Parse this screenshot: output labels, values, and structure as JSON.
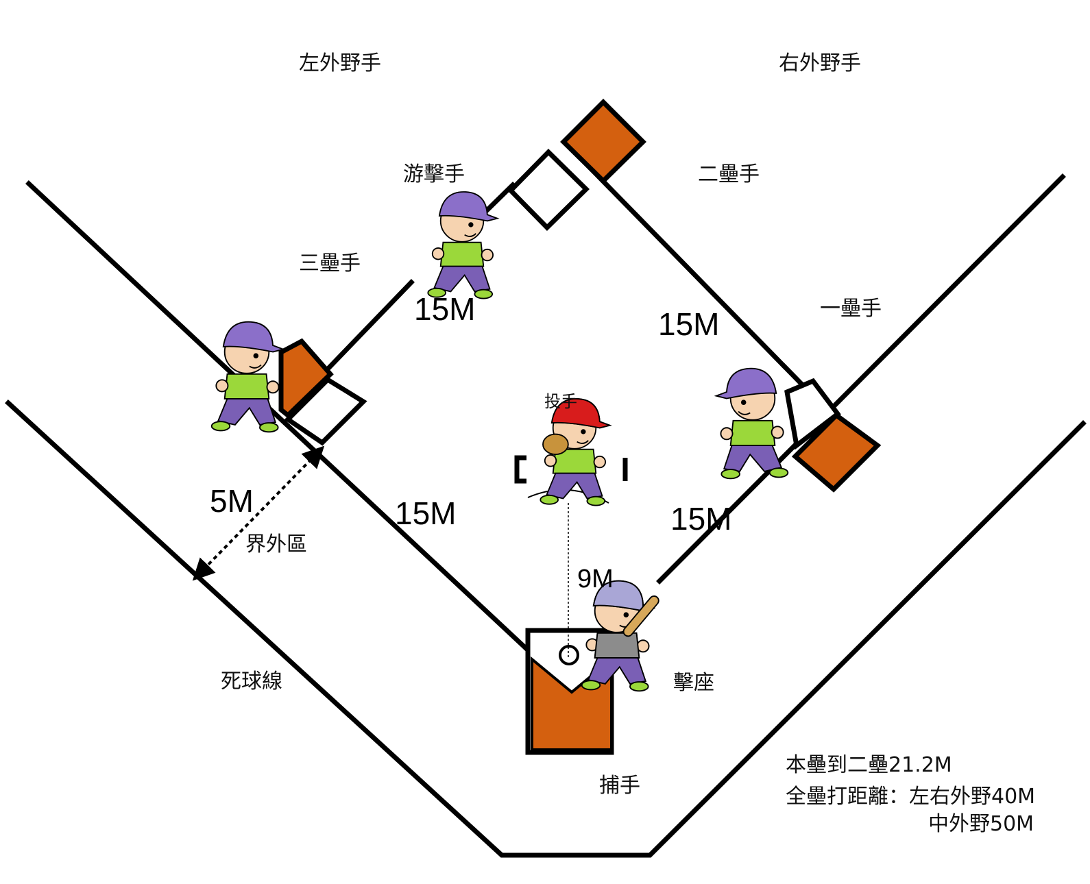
{
  "colors": {
    "line": "#000000",
    "base": "#d4600f",
    "cap_purple": "#8b6fc9",
    "cap_gray": "#7d7d7d",
    "cap_red": "#d81c1c",
    "jersey_green": "#9bd83a",
    "pants_purple": "#7a5fb5",
    "skin": "#f6d3b0"
  },
  "positions": {
    "left_fielder": "左外野手",
    "right_fielder": "右外野手",
    "shortstop": "游擊手",
    "second_baseman": "二壘手",
    "third_baseman": "三壘手",
    "first_baseman": "一壘手",
    "pitcher": "投手",
    "catcher": "捕手",
    "batter_box": "擊座"
  },
  "distances": {
    "third_to_second": "15M",
    "first_to_second": "15M",
    "home_to_third": "15M",
    "home_to_first": "15M",
    "pitch": "9M",
    "foul_zone_width": "5M"
  },
  "zones": {
    "foul_zone": "界外區",
    "dead_ball_line": "死球線"
  },
  "notes": {
    "line1": "本壘到二壘21.2M",
    "line2": "全壘打距離：左右外野40M",
    "line3": "中外野50M"
  },
  "icons": {
    "players": "cartoon-player-icon",
    "arrow": "double-arrow-icon"
  }
}
